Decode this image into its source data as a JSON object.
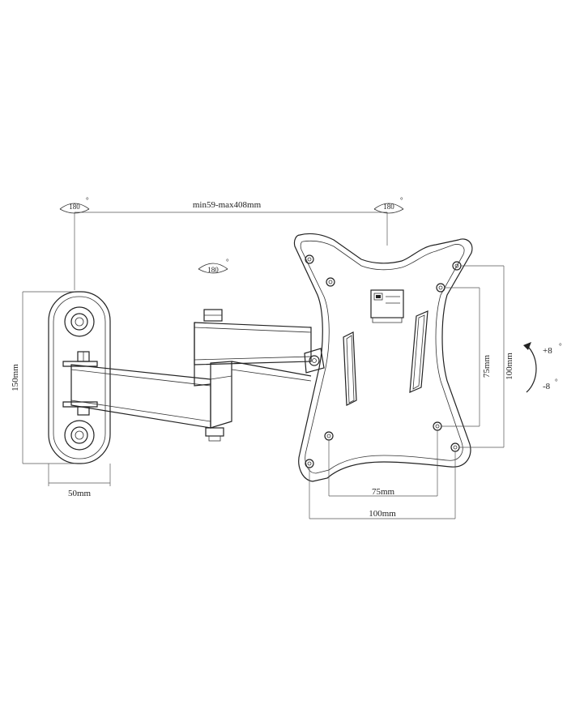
{
  "rotation_labels": {
    "wall_pivot": "180",
    "arm_pivot": "180",
    "head_pivot": "180"
  },
  "dimensions": {
    "extension": "min59-max408mm",
    "wall_plate_height": "150mm",
    "wall_plate_width": "50mm",
    "vesa_inner_vertical": "75mm",
    "vesa_outer_vertical": "100mm",
    "vesa_inner_horizontal": "75mm",
    "vesa_outer_horizontal": "100mm"
  },
  "tilt": {
    "up": "+8",
    "down": "-8"
  },
  "colors": {
    "line": "#222222",
    "dimension_line": "#555555"
  }
}
